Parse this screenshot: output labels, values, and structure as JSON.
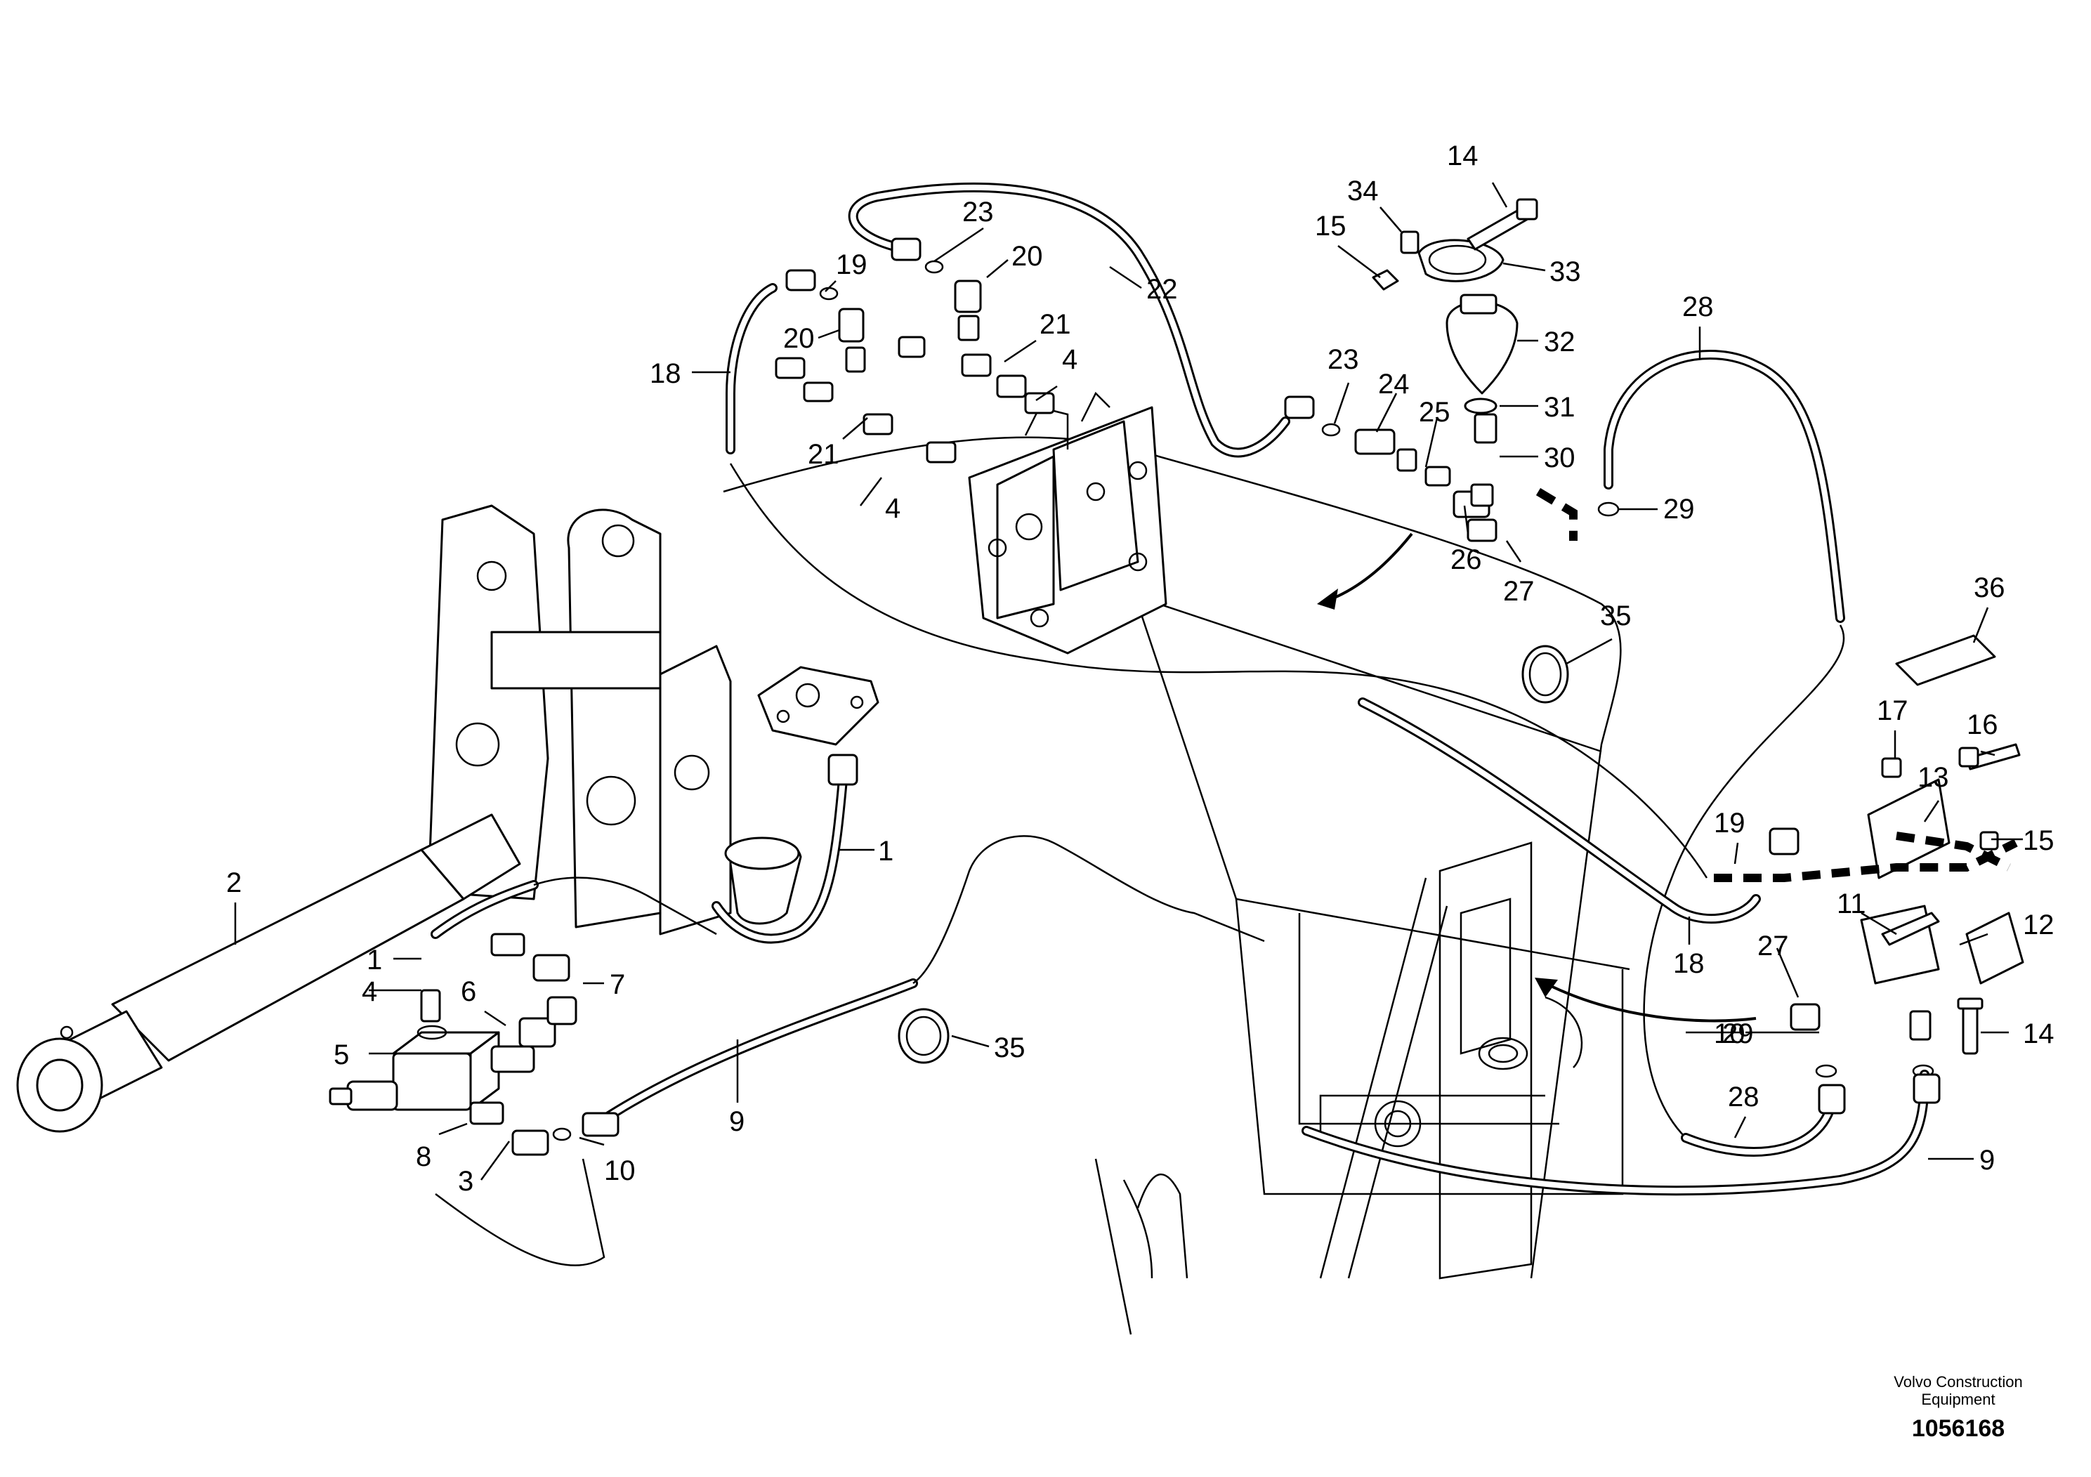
{
  "diagram": {
    "callouts": [
      {
        "id": "c1",
        "text": "1"
      },
      {
        "id": "c1b",
        "text": "1"
      },
      {
        "id": "c2",
        "text": "2"
      },
      {
        "id": "c3",
        "text": "3"
      },
      {
        "id": "c4a",
        "text": "4"
      },
      {
        "id": "c4b",
        "text": "4"
      },
      {
        "id": "c4c",
        "text": "4"
      },
      {
        "id": "c5",
        "text": "5"
      },
      {
        "id": "c6",
        "text": "6"
      },
      {
        "id": "c7",
        "text": "7"
      },
      {
        "id": "c8",
        "text": "8"
      },
      {
        "id": "c9a",
        "text": "9"
      },
      {
        "id": "c9b",
        "text": "9"
      },
      {
        "id": "c10a",
        "text": "10"
      },
      {
        "id": "c10b",
        "text": "10"
      },
      {
        "id": "c11",
        "text": "11"
      },
      {
        "id": "c12",
        "text": "12"
      },
      {
        "id": "c13",
        "text": "13"
      },
      {
        "id": "c14a",
        "text": "14"
      },
      {
        "id": "c14b",
        "text": "14"
      },
      {
        "id": "c15a",
        "text": "15"
      },
      {
        "id": "c15b",
        "text": "15"
      },
      {
        "id": "c16",
        "text": "16"
      },
      {
        "id": "c17",
        "text": "17"
      },
      {
        "id": "c18a",
        "text": "18"
      },
      {
        "id": "c18b",
        "text": "18"
      },
      {
        "id": "c19a",
        "text": "19"
      },
      {
        "id": "c19b",
        "text": "19"
      },
      {
        "id": "c20a",
        "text": "20"
      },
      {
        "id": "c20b",
        "text": "20"
      },
      {
        "id": "c21a",
        "text": "21"
      },
      {
        "id": "c21b",
        "text": "21"
      },
      {
        "id": "c22",
        "text": "22"
      },
      {
        "id": "c23a",
        "text": "23"
      },
      {
        "id": "c23b",
        "text": "23"
      },
      {
        "id": "c24",
        "text": "24"
      },
      {
        "id": "c25",
        "text": "25"
      },
      {
        "id": "c26",
        "text": "26"
      },
      {
        "id": "c27a",
        "text": "27"
      },
      {
        "id": "c27b",
        "text": "27"
      },
      {
        "id": "c28a",
        "text": "28"
      },
      {
        "id": "c28b",
        "text": "28"
      },
      {
        "id": "c29a",
        "text": "29"
      },
      {
        "id": "c29b",
        "text": "29"
      },
      {
        "id": "c30",
        "text": "30"
      },
      {
        "id": "c31",
        "text": "31"
      },
      {
        "id": "c32",
        "text": "32"
      },
      {
        "id": "c33",
        "text": "33"
      },
      {
        "id": "c34",
        "text": "34"
      },
      {
        "id": "c35a",
        "text": "35"
      },
      {
        "id": "c35b",
        "text": "35"
      },
      {
        "id": "c36",
        "text": "36"
      }
    ]
  },
  "footer": {
    "credit_line1": "Volvo Construction",
    "credit_line2": "Equipment",
    "doc_number": "1056168"
  }
}
